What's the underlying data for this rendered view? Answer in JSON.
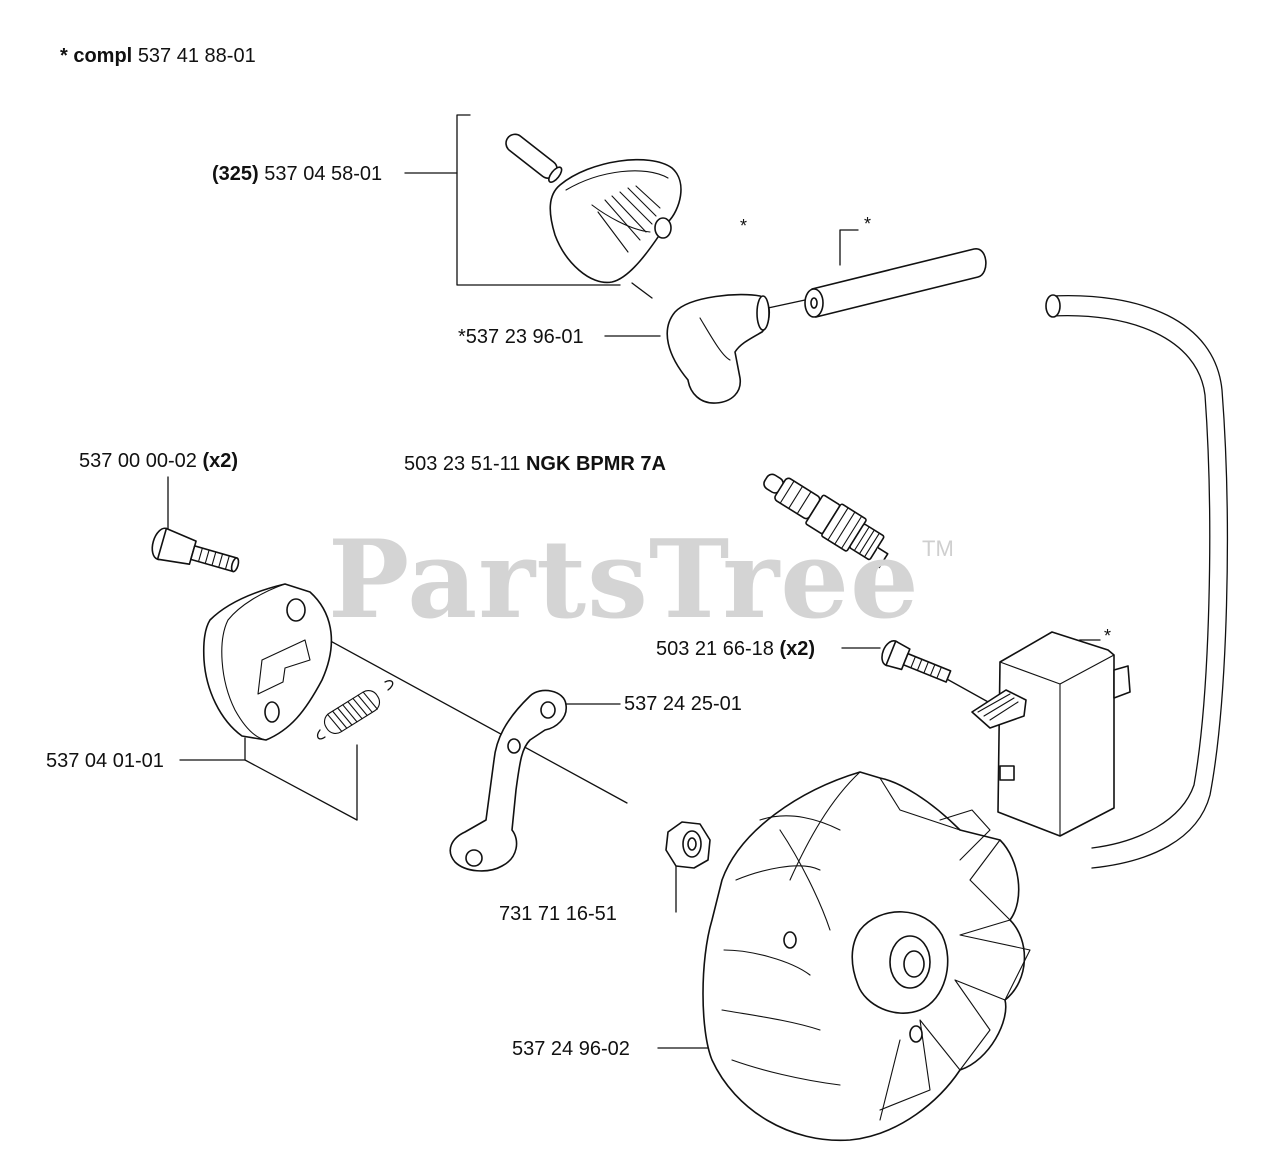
{
  "header": {
    "prefix": "* compl",
    "number": "537 41 88-01"
  },
  "watermark": {
    "text": "PartsTree",
    "trademark": "TM"
  },
  "callouts": {
    "cap_bold": "(325)",
    "cap_num": "537 04 58-01",
    "boot": "*537 23 96-01",
    "tube_star": "*",
    "boot_star": "*",
    "screw_num": "537 00 00-02",
    "screw_qty": "(x2)",
    "spark_num": "503 23 51-11",
    "spark_type": "NGK BPMR 7A",
    "coil_screw_num": "503 21 66-18",
    "coil_screw_qty": "(x2)",
    "coil_star": "*",
    "clutch_arm": "537 24 25-01",
    "clutch_shoe": "537 04 01-01",
    "nut": "731 71 16-51",
    "flywheel": "537 24 96-02"
  }
}
